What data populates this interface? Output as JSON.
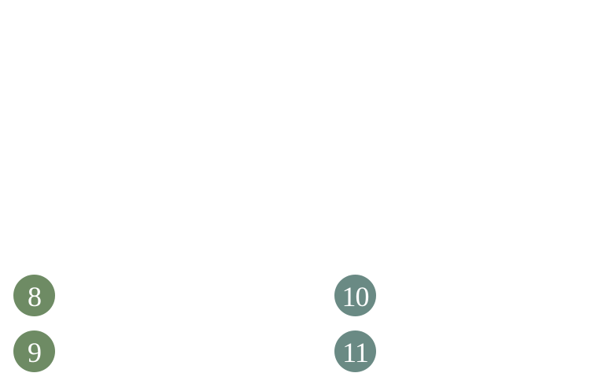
{
  "markers": [
    {
      "number": "8",
      "color": "#6e8b64"
    },
    {
      "number": "9",
      "color": "#6e8b64"
    },
    {
      "number": "10",
      "color": "#6a8a84"
    },
    {
      "number": "11",
      "color": "#6a8a84"
    }
  ],
  "colors": {
    "background": "#ffffff",
    "left_marker": "#6e8b64",
    "right_marker": "#6a8a84",
    "numeral": "#ffffff"
  }
}
